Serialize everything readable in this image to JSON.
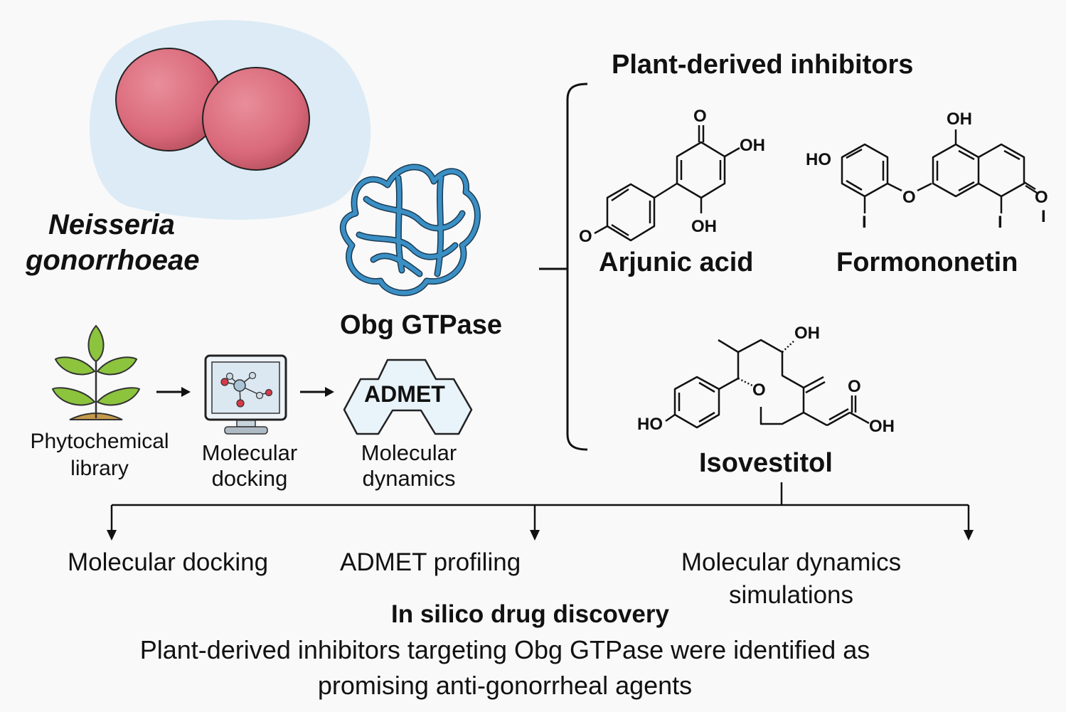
{
  "organism": {
    "name_line1": "Neisseria",
    "name_line2": "gonorrhoeae",
    "cell_color": "#d9697a",
    "halo_color": "#dcebf5"
  },
  "target": {
    "label": "Obg GTPase",
    "ribbon_color": "#3a8fc4"
  },
  "workflow": {
    "steps": [
      {
        "icon": "plant-icon",
        "line1": "Phytochemical",
        "line2": "library"
      },
      {
        "icon": "computer-molecule-icon",
        "line1": "Molecular",
        "line2": "docking"
      },
      {
        "icon": "admet-hexagon-icon",
        "badge": "ADMET",
        "line1": "Molecular",
        "line2": "dynamics"
      }
    ]
  },
  "inhibitors": {
    "title": "Plant-derived inhibitors",
    "compounds": [
      {
        "name": "Arjunic acid",
        "atoms": [
          "O",
          "OH",
          "OH",
          "O"
        ]
      },
      {
        "name": "Formononetin",
        "atoms": [
          "OH",
          "HO",
          "O",
          "O",
          "I",
          "I",
          "I"
        ]
      },
      {
        "name": "Isovestitol",
        "atoms": [
          "OH",
          "O",
          "O",
          "HO",
          "OH"
        ]
      }
    ]
  },
  "outcomes": [
    {
      "label": "Molecular docking"
    },
    {
      "label": "ADMET profiling"
    },
    {
      "label_line1": "Molecular dynamics",
      "label_line2": "simulations"
    }
  ],
  "conclusion": {
    "title": "In silico drug discovery",
    "line1": "Plant-derived inhibitors targeting Obg GTPase were identified as",
    "line2": "promising anti-gonorrheal agents"
  }
}
